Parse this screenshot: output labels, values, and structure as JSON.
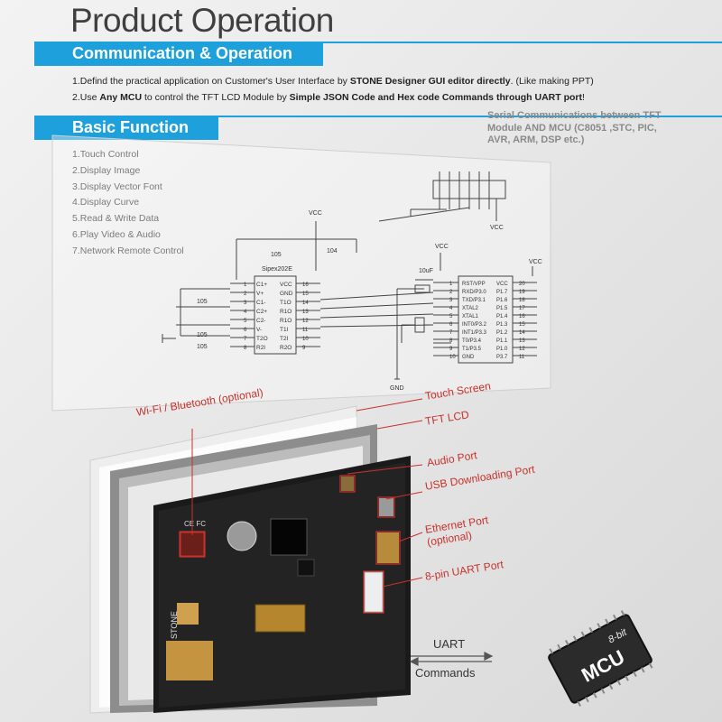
{
  "page": {
    "title": "Product Operation"
  },
  "communication": {
    "heading": "Communication & Operation",
    "line1": {
      "part1": "1.Defind the practical application on Customer's User Interface by ",
      "bold1": "STONE Designer GUI editor directly",
      "part2": ". (Like making PPT)"
    },
    "line2": {
      "part1": "2.Use ",
      "bold1": "Any MCU",
      "part2": " to control the TFT LCD Module by ",
      "bold2": "Simple JSON Code and Hex code Commands through UART port",
      "part3": "!"
    }
  },
  "basic": {
    "heading": "Basic Function",
    "items": [
      "1.Touch Control",
      "2.Display Image",
      "3.Display Vector Font",
      "4.Display Curve",
      "5.Read & Write Data",
      "6.Play Video & Audio",
      "7.Network Remote Control"
    ]
  },
  "serial_note": "Serial Communications between TFT Module AND MCU (C8051 ,STC, PIC, AVR, ARM, DSP etc.)",
  "schematic": {
    "chip1_name": "Sipex202E",
    "chip1_left": [
      "C1+",
      "V+",
      "C1-",
      "C2+",
      "C2-",
      "V-",
      "T2O",
      "R2I"
    ],
    "chip1_right": [
      "VCC",
      "GND",
      "T1O",
      "R1O",
      "R1O",
      "T1I",
      "T2I",
      "R2O"
    ],
    "chip1_left_pins": [
      "1",
      "2",
      "3",
      "4",
      "5",
      "6",
      "7",
      "8"
    ],
    "chip1_right_pins": [
      "16",
      "15",
      "14",
      "13",
      "12",
      "11",
      "10",
      "9"
    ],
    "chip2_left": [
      "RST/VPP",
      "RXD/P3.0",
      "TXD/P3.1",
      "XTAL2",
      "XTAL1",
      "INT0/P3.2",
      "INT1/P3.3",
      "T0/P3.4",
      "T1/P3.5",
      "GND"
    ],
    "chip2_right": [
      "VCC",
      "P1.7",
      "P1.6",
      "P1.5",
      "P1.4",
      "P1.3",
      "P1.2",
      "P1.1",
      "P1.0",
      "P3.7"
    ],
    "chip2_left_pins": [
      "1",
      "2",
      "3",
      "4",
      "5",
      "6",
      "7",
      "8",
      "9",
      "10"
    ],
    "chip2_right_pins": [
      "20",
      "19",
      "18",
      "17",
      "16",
      "15",
      "14",
      "13",
      "12",
      "11"
    ],
    "vcc": "VCC",
    "gnd": "GND",
    "cap_105": "105",
    "cap_104": "104",
    "cap_10uf": "10uF"
  },
  "callouts": {
    "wifi": "Wi-Fi / Bluetooth (optional)",
    "touch": "Touch Screen",
    "tft": "TFT  LCD",
    "audio": "Audio Port",
    "usb": "USB Downloading Port",
    "ethernet": "Ethernet Port\n(optional)",
    "ethernet_l1": "Ethernet Port",
    "ethernet_l2": "(optional)",
    "uart8": "8-pin UART Port"
  },
  "board": {
    "brand": "STONE",
    "marks": "CE FC"
  },
  "mcu": {
    "uart_label": "UART",
    "commands_label": "Commands",
    "bits": "8-bit",
    "name": "MCU"
  },
  "colors": {
    "accent": "#1ea0dc",
    "callout": "#c8322c"
  }
}
